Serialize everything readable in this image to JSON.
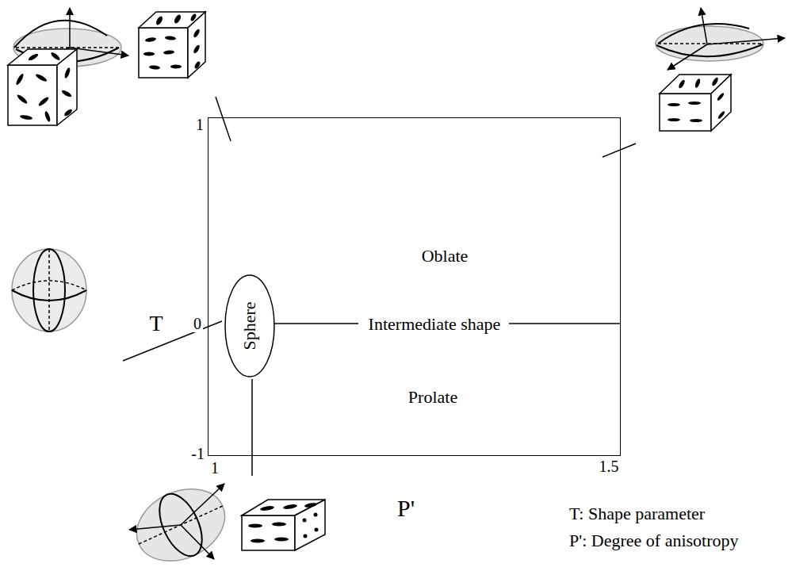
{
  "diagram": {
    "nodes": [
      {
        "text": [
          "Oblate",
          "Intermediate shape",
          "Prolate"
        ]
      },
      {
        "text": [
          "Sphere"
        ],
        "in": 0
      }
    ],
    "labels": [
      "1",
      "T",
      "0",
      "-1",
      "1",
      "1.5",
      "P'",
      "T: Shape parameter",
      "P': Degree of anisotropy"
    ]
  }
}
